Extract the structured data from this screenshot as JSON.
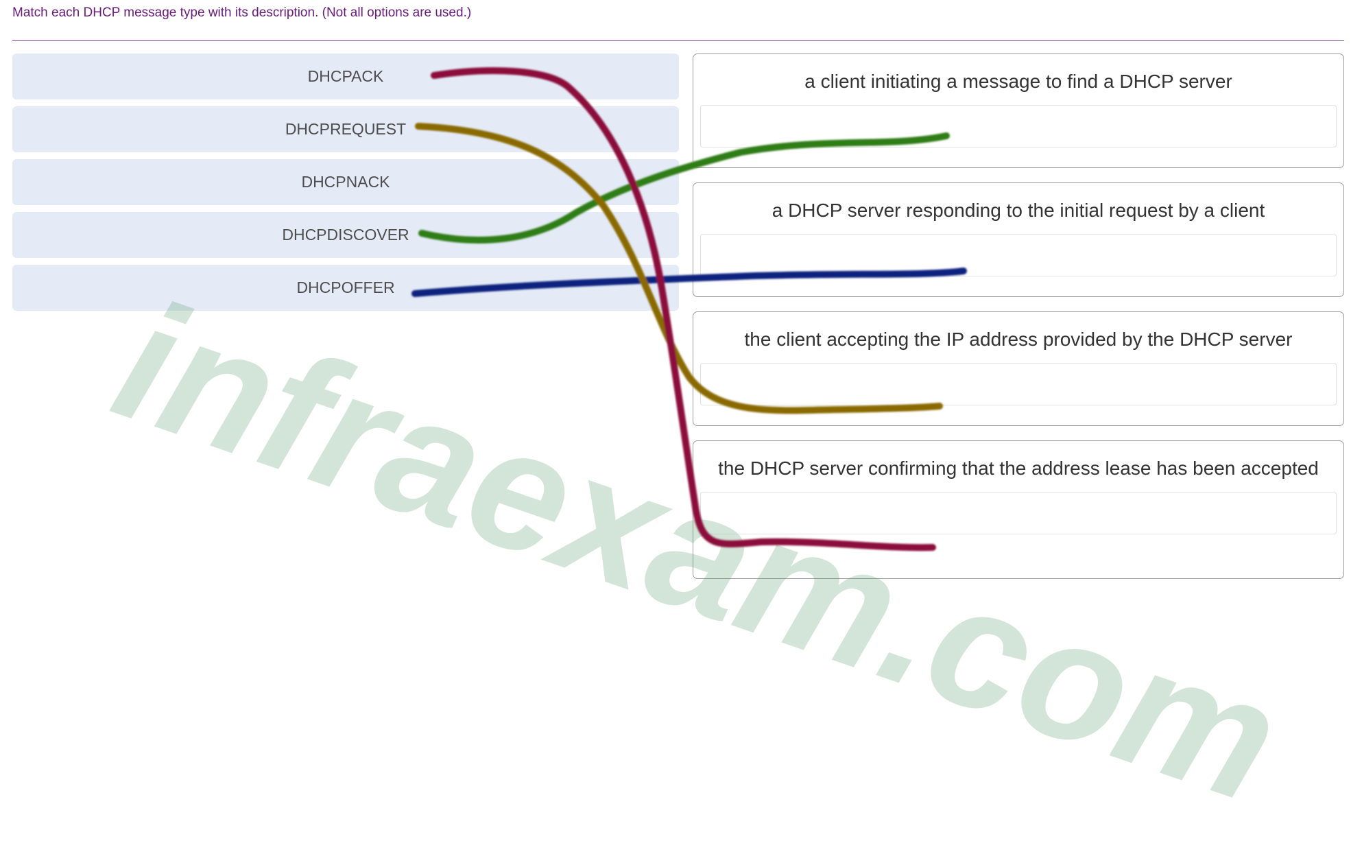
{
  "question": "Match each DHCP message type with its description. (Not all options are used.)",
  "options": [
    {
      "label": "DHCPACK"
    },
    {
      "label": "DHCPREQUEST"
    },
    {
      "label": "DHCPNACK"
    },
    {
      "label": "DHCPDISCOVER"
    },
    {
      "label": "DHCPOFFER"
    }
  ],
  "targets": [
    {
      "text": "a client initiating a message to find a DHCP server"
    },
    {
      "text": "a DHCP server responding to the initial request by a client"
    },
    {
      "text": "the client accepting the IP address provided by the DHCP server"
    },
    {
      "text": "the DHCP server confirming that the address lease has been accepted"
    }
  ],
  "watermark": "infraexam.com",
  "colors": {
    "question_text": "#6a1b7c",
    "option_bg": "#e4ebf7",
    "line_dhcpack": "#8b0e3a",
    "line_dhcprequest": "#8a6a00",
    "line_dhcpdiscover": "#2f7d12",
    "line_dhcpoffer": "#10207e"
  }
}
